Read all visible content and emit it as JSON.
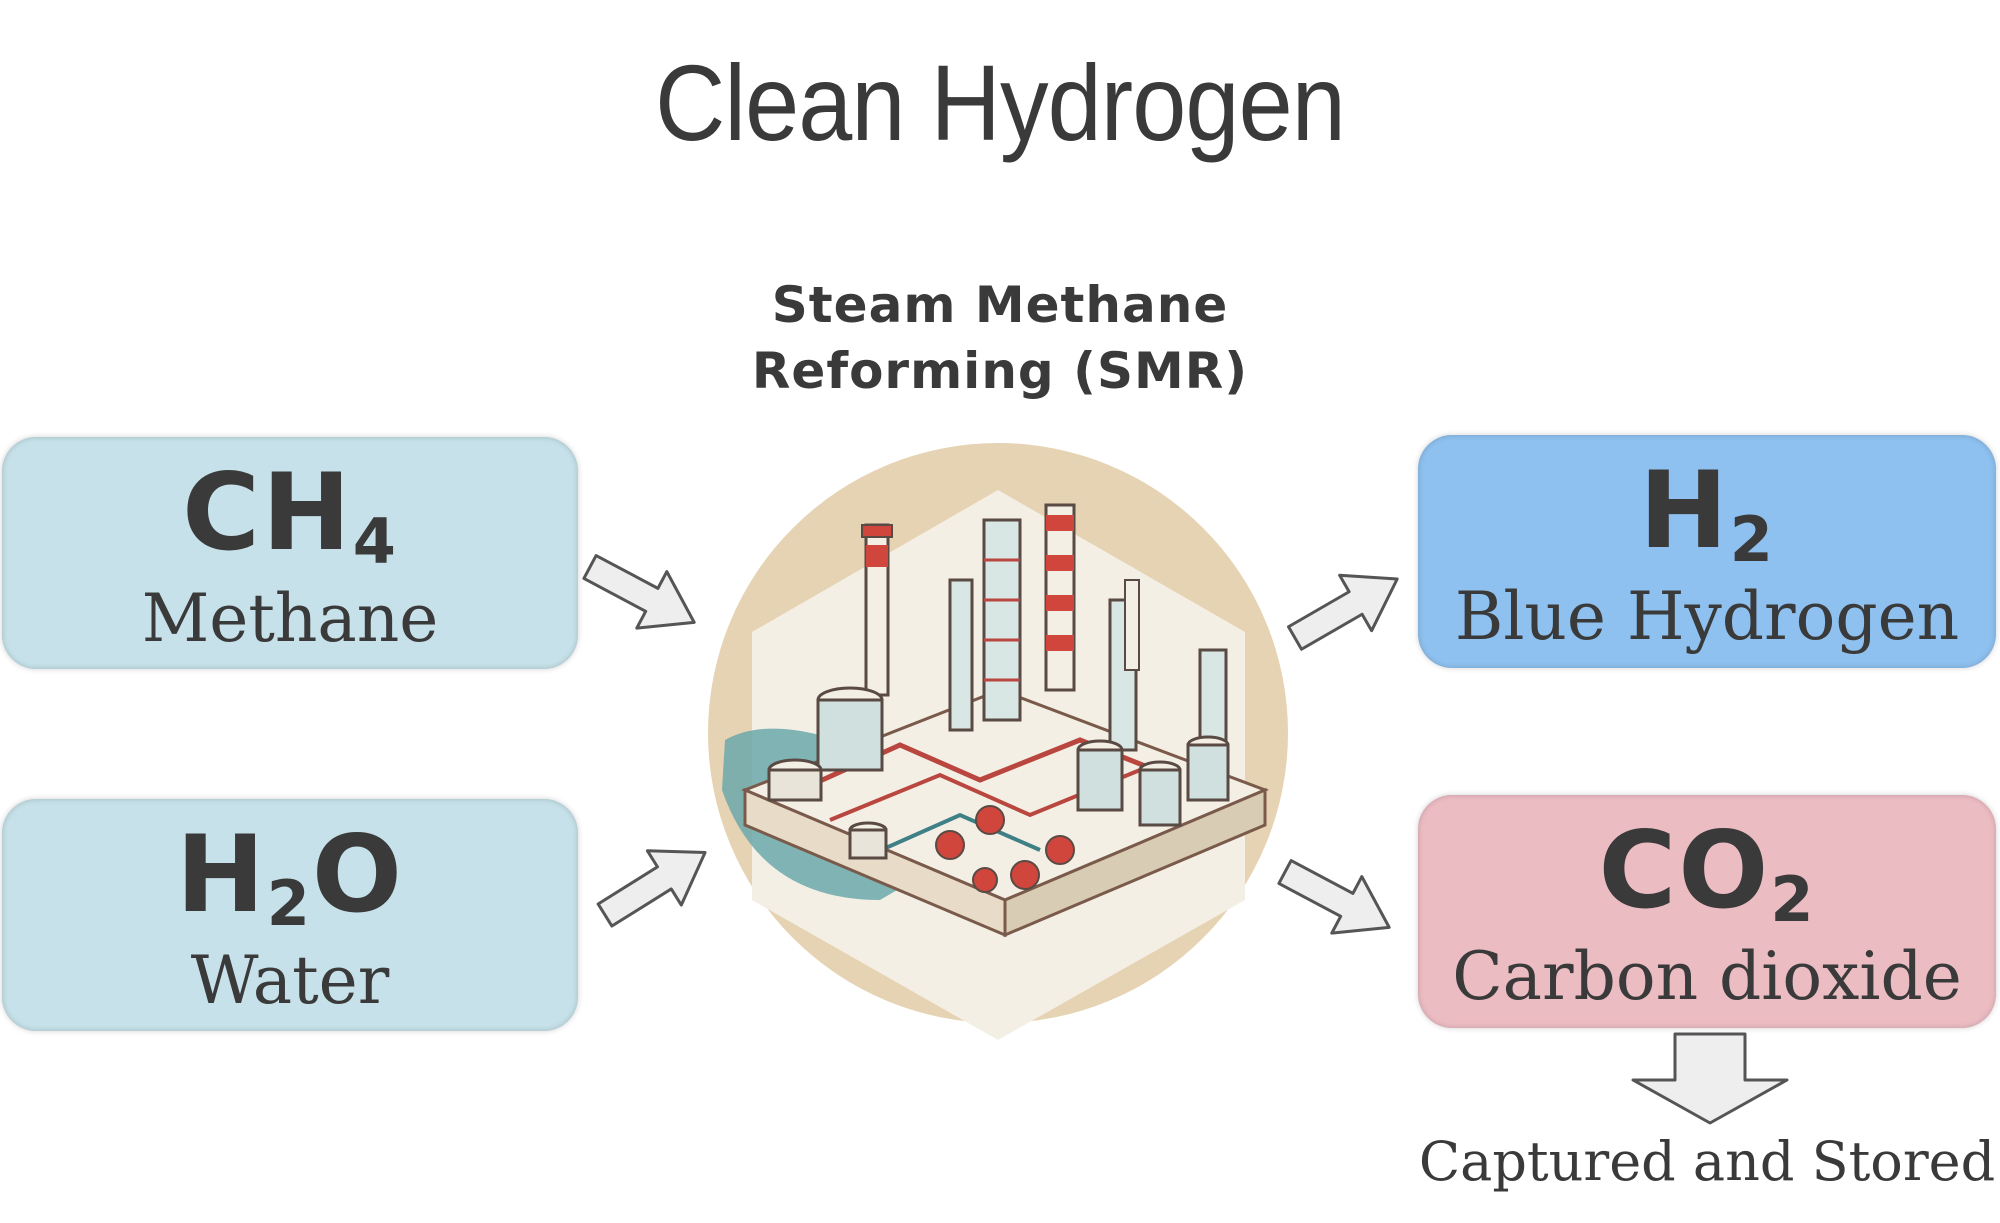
{
  "title": "Clean Hydrogen",
  "process": {
    "line1": "Steam Methane",
    "line2": "Reforming (SMR)"
  },
  "inputs": [
    {
      "formula_main": "CH",
      "formula_sub": "4",
      "formula_tail": "",
      "name": "Methane",
      "color": "#c6e1e9"
    },
    {
      "formula_main": "H",
      "formula_sub": "2",
      "formula_tail": "O",
      "name": "Water",
      "color": "#c6e1e9"
    }
  ],
  "outputs": [
    {
      "formula_main": "H",
      "formula_sub": "2",
      "formula_tail": "",
      "name": "Blue Hydrogen",
      "color": "#8ec1ef"
    },
    {
      "formula_main": "CO",
      "formula_sub": "2",
      "formula_tail": "",
      "name": "Carbon dioxide",
      "color": "#ecbcc3"
    }
  ],
  "co2_fate": "Captured and Stored",
  "icons": [
    "arrow-right-icon",
    "arrow-down-icon",
    "smr-plant-illustration"
  ]
}
